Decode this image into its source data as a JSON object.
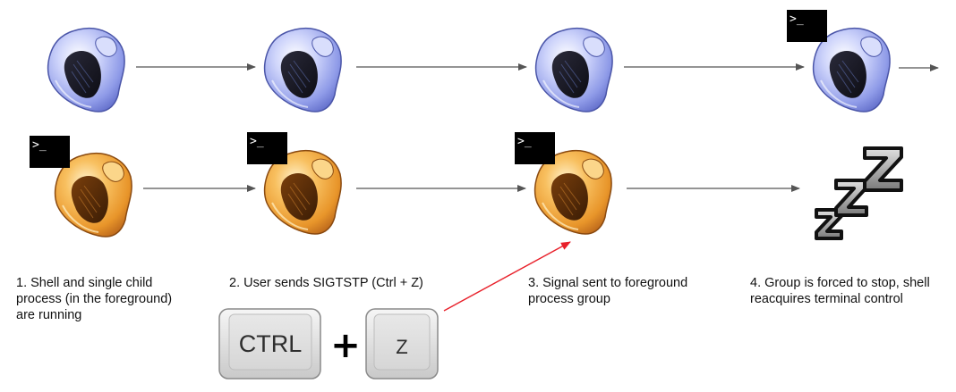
{
  "terminal_prompt": ">_",
  "captions": [
    [
      "1. Shell and single child",
      "process (in the foreground)",
      "are running"
    ],
    [
      "2. User sends SIGTSTP (Ctrl + Z)"
    ],
    [
      "3. Signal sent to foreground",
      "process group"
    ],
    [
      "4. Group is forced to stop, shell",
      "reacquires terminal control"
    ]
  ],
  "keys": {
    "ctrl_label": "CTRL",
    "plus_label": "+",
    "z_label": "Z"
  },
  "sleep_letters": [
    "Z",
    "Z",
    "Z"
  ],
  "colors": {
    "blue_shell": "#8f9be8",
    "orange_shell": "#e8952a",
    "arrow_gray": "#555555",
    "signal_arrow_red": "#e8202a",
    "terminal_bg": "#000000"
  },
  "icons": {
    "process_shell": "conch-shell-icon",
    "terminal": "terminal-icon",
    "stopped": "sleep-zzz-icon",
    "keycap": "keycap"
  }
}
